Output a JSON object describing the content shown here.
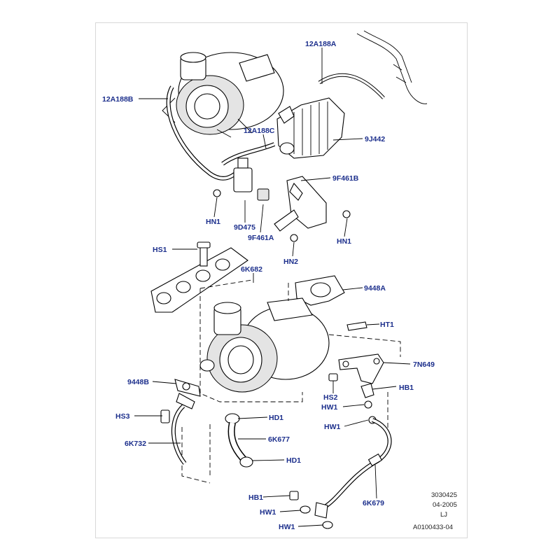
{
  "callouts": [
    {
      "key": "p_12a188a",
      "text": "12A188A"
    },
    {
      "key": "p_12a188b",
      "text": "12A188B"
    },
    {
      "key": "p_12a188c",
      "text": "12A188C"
    },
    {
      "key": "p_9j442",
      "text": "9J442"
    },
    {
      "key": "p_9f461b",
      "text": "9F461B"
    },
    {
      "key": "p_hn1_left",
      "text": "HN1"
    },
    {
      "key": "p_9d475",
      "text": "9D475"
    },
    {
      "key": "p_9f461a",
      "text": "9F461A"
    },
    {
      "key": "p_hn1_right",
      "text": "HN1"
    },
    {
      "key": "p_hs1",
      "text": "HS1"
    },
    {
      "key": "p_hn2",
      "text": "HN2"
    },
    {
      "key": "p_6k682",
      "text": "6K682"
    },
    {
      "key": "p_9448a",
      "text": "9448A"
    },
    {
      "key": "p_ht1",
      "text": "HT1"
    },
    {
      "key": "p_7n649",
      "text": "7N649"
    },
    {
      "key": "p_9448b",
      "text": "9448B"
    },
    {
      "key": "p_hs2",
      "text": "HS2"
    },
    {
      "key": "p_hb1_upper",
      "text": "HB1"
    },
    {
      "key": "p_hw1_a",
      "text": "HW1"
    },
    {
      "key": "p_hw1_b",
      "text": "HW1"
    },
    {
      "key": "p_hs3",
      "text": "HS3"
    },
    {
      "key": "p_hd1_upper",
      "text": "HD1"
    },
    {
      "key": "p_6k677",
      "text": "6K677"
    },
    {
      "key": "p_6k732",
      "text": "6K732"
    },
    {
      "key": "p_hd1_lower",
      "text": "HD1"
    },
    {
      "key": "p_6k679",
      "text": "6K679"
    },
    {
      "key": "p_hb1_lower",
      "text": "HB1"
    },
    {
      "key": "p_hw1_c",
      "text": "HW1"
    },
    {
      "key": "p_hw1_d",
      "text": "HW1"
    }
  ],
  "footer": {
    "number": "3030425",
    "date": "04-2005",
    "initials": "LJ",
    "reference": "A0100433-04"
  }
}
